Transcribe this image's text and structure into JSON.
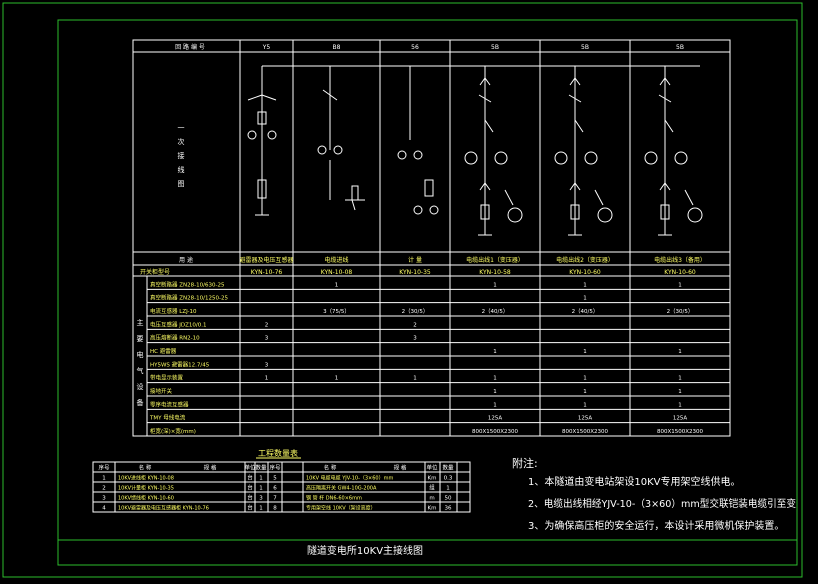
{
  "drawing_title": "隧道变电所10KV主接线图",
  "panel": {
    "header_label": "回 路 编 号",
    "side_label": "一次接线图",
    "columns": [
      {
        "code": "Y5",
        "purpose": "避雷器及电压互感器",
        "cabinet": "KYN-10-76"
      },
      {
        "code": "B8",
        "purpose": "电缆进线",
        "cabinet": "KYN-10-08"
      },
      {
        "code": "56",
        "purpose": "计 量",
        "cabinet": "KYN-10-35"
      },
      {
        "code": "5B",
        "purpose": "电缆出线1（变压器）",
        "cabinet": "KYN-10-58"
      },
      {
        "code": "5B",
        "purpose": "电缆出线2（变压器）",
        "cabinet": "KYN-10-60"
      },
      {
        "code": "5B",
        "purpose": "电缆出线3（备用）",
        "cabinet": "KYN-10-60"
      }
    ],
    "purpose_label": "用 途",
    "cabinet_label": "开关柜型号",
    "equipment_group_label": "主要电气设备",
    "rows": [
      {
        "label": "真空断路器 ZN28-10/630-25",
        "cells": [
          "",
          "1",
          "",
          "1",
          "1",
          "1"
        ]
      },
      {
        "label": "真空断路器 ZN28-10/1250-25",
        "cells": [
          "",
          "",
          "",
          "",
          "1",
          ""
        ]
      },
      {
        "label": "电流互感器 LZJ-10",
        "cells": [
          "",
          "3（75/5）",
          "2（30/5）",
          "2（40/5）",
          "2（40/5）",
          "2（30/5）"
        ]
      },
      {
        "label": "电压互感器 JDZ10/0.1",
        "cells": [
          "2",
          "",
          "2",
          "",
          "",
          ""
        ]
      },
      {
        "label": "高压熔断器 RN2-10",
        "cells": [
          "3",
          "",
          "3",
          "",
          "",
          ""
        ]
      },
      {
        "label": "HC 避雷器",
        "cells": [
          "",
          "",
          "",
          "1",
          "1",
          "1"
        ]
      },
      {
        "label": "HY5WS 避雷器12.7/45",
        "cells": [
          "3",
          "",
          "",
          "",
          "",
          ""
        ]
      },
      {
        "label": "带电显示装置",
        "cells": [
          "1",
          "1",
          "1",
          "1",
          "1",
          "1"
        ]
      },
      {
        "label": "接地开关",
        "cells": [
          "",
          "",
          "",
          "1",
          "1",
          "1"
        ]
      },
      {
        "label": "零序电流互感器",
        "cells": [
          "",
          "",
          "",
          "1",
          "1",
          "1"
        ]
      },
      {
        "label": "TMY 母线电流",
        "cells": [
          "",
          "",
          "",
          "125A",
          "125A",
          "125A"
        ]
      },
      {
        "label": "柜宽(深)×宽(mm)",
        "cells": [
          "",
          "",
          "",
          "800X1500X2300",
          "800X1500X2300",
          "800X1500X2300"
        ]
      }
    ]
  },
  "quantity_table": {
    "title": "工程数量表",
    "headers_left": [
      "序号",
      "名 称",
      "规 格",
      "单位",
      "数量"
    ],
    "headers_right": [
      "序号",
      "名 称",
      "规 格",
      "单位",
      "数量"
    ],
    "rows": [
      {
        "no": "1",
        "name": "10KV进线柜 KYN-10-08",
        "unit": "台",
        "qty": "1",
        "no2": "5",
        "name2": "10KV 电缆电缆 YJV-10-（3×60）mm",
        "unit2": "Km",
        "qty2": "0.3"
      },
      {
        "no": "2",
        "name": "10KV计量柜 KYN-10-35",
        "unit": "台",
        "qty": "1",
        "no2": "6",
        "name2": "高压隔离开关 GW4-10G-200A",
        "unit2": "组",
        "qty2": "1"
      },
      {
        "no": "3",
        "name": "10KV馈线柜 KYN-10-60",
        "unit": "台",
        "qty": "3",
        "no2": "7",
        "name2": "钢 管 杆 DN6-60×6mm",
        "unit2": "m",
        "qty2": "50"
      },
      {
        "no": "4",
        "name": "10KV避雷器及电压互感器柜 KYN-10-76",
        "unit": "台",
        "qty": "1",
        "no2": "8",
        "name2": "专用架空线 10KV（架设高度）",
        "unit2": "Km",
        "qty2": "36"
      }
    ]
  },
  "notes": {
    "heading": "附注:",
    "items": [
      "1、本隧道由变电站架设10KV专用架空线供电。",
      "2、电缆出线相经YJV-10-（3×60）mm型交联铠装电缆引至变",
      "3、为确保高压柜的安全运行，本设计采用微机保护装置。"
    ]
  },
  "colors": {
    "frame": "#2dbd2d",
    "lines": "#ffffff",
    "text": "#ffffff",
    "highlight": "#ffff66",
    "background": "#000000"
  }
}
